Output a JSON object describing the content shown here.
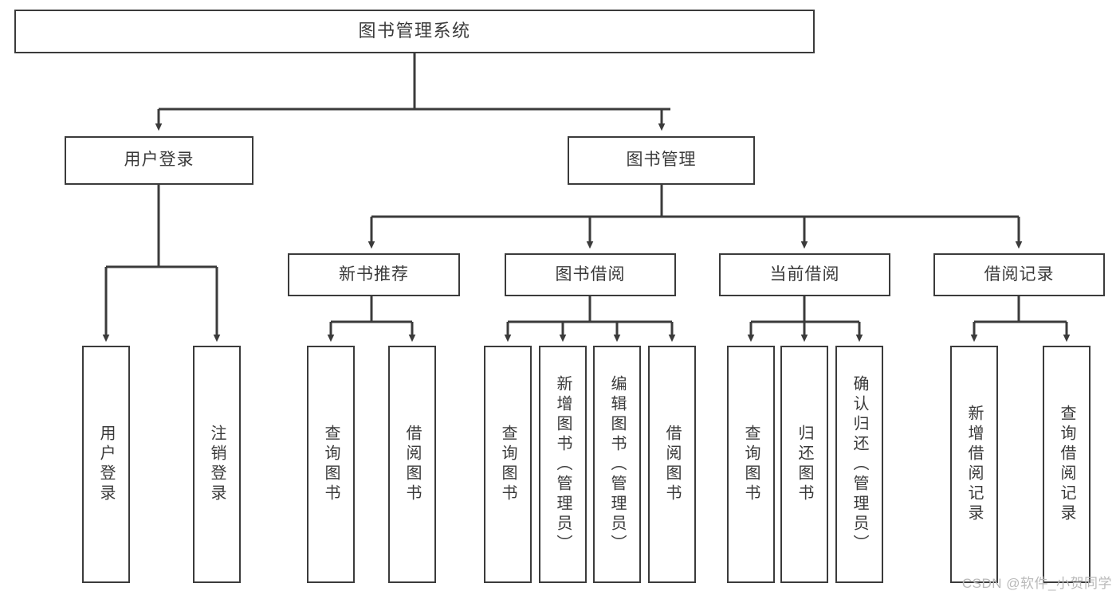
{
  "diagram": {
    "title": "图书管理系统",
    "type": "tree-hierarchy-chart",
    "root": {
      "label": "图书管理系统"
    },
    "level2": [
      {
        "label": "用户登录"
      },
      {
        "label": "图书管理"
      }
    ],
    "level3": [
      {
        "label": "新书推荐"
      },
      {
        "label": "图书借阅"
      },
      {
        "label": "当前借阅"
      },
      {
        "label": "借阅记录"
      }
    ],
    "leaves": {
      "user_login": [
        {
          "label": "用户登录"
        },
        {
          "label": "注销登录"
        }
      ],
      "new_book": [
        {
          "label": "查询图书"
        },
        {
          "label": "借阅图书"
        }
      ],
      "borrow": [
        {
          "label": "查询图书"
        },
        {
          "label": "新增图书（管理员）"
        },
        {
          "label": "编辑图书（管理员）"
        },
        {
          "label": "借阅图书"
        }
      ],
      "current": [
        {
          "label": "查询图书"
        },
        {
          "label": "归还图书"
        },
        {
          "label": "确认归还（管理员）"
        }
      ],
      "records": [
        {
          "label": "新增借阅记录"
        },
        {
          "label": "查询借阅记录"
        }
      ]
    }
  },
  "watermark": {
    "text": "CSDN @软件_小贺同学"
  },
  "colors": {
    "stroke": "#3b3b3b",
    "background": "#ffffff",
    "text": "#3a3a3a",
    "watermark": "#b9b9b9"
  }
}
